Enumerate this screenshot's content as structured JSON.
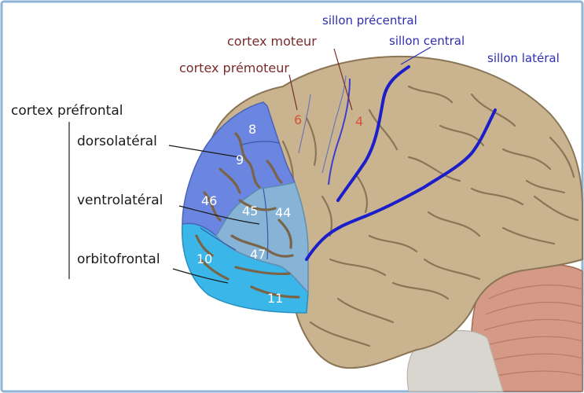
{
  "labels": {
    "prefrontal": "cortex préfrontal",
    "dorsolateral": "dorsolatéral",
    "ventrolateral": "ventrolatéral",
    "orbitofrontal": "orbitofrontal",
    "premotor": "cortex prémoteur",
    "motor": "cortex moteur",
    "precentral": "sillon précentral",
    "central": "sillon central",
    "lateral": "sillon latéral"
  },
  "areas": {
    "a8": "8",
    "a9": "9",
    "a46": "46",
    "a45": "45",
    "a44": "44",
    "a47": "47",
    "a10": "10",
    "a11": "11",
    "a6": "6",
    "a4": "4"
  },
  "colors": {
    "border": "#8fb4d6",
    "brain": "#c9b48f",
    "dorsolateral_fill": "#6b86e0",
    "ventrolateral_fill": "#86b3d6",
    "orbitofrontal_fill": "#3ab6e8",
    "sulcus_blue": "#1c1fc9",
    "label_red": "#7a2a2a",
    "label_blue": "#2d2fb0"
  }
}
